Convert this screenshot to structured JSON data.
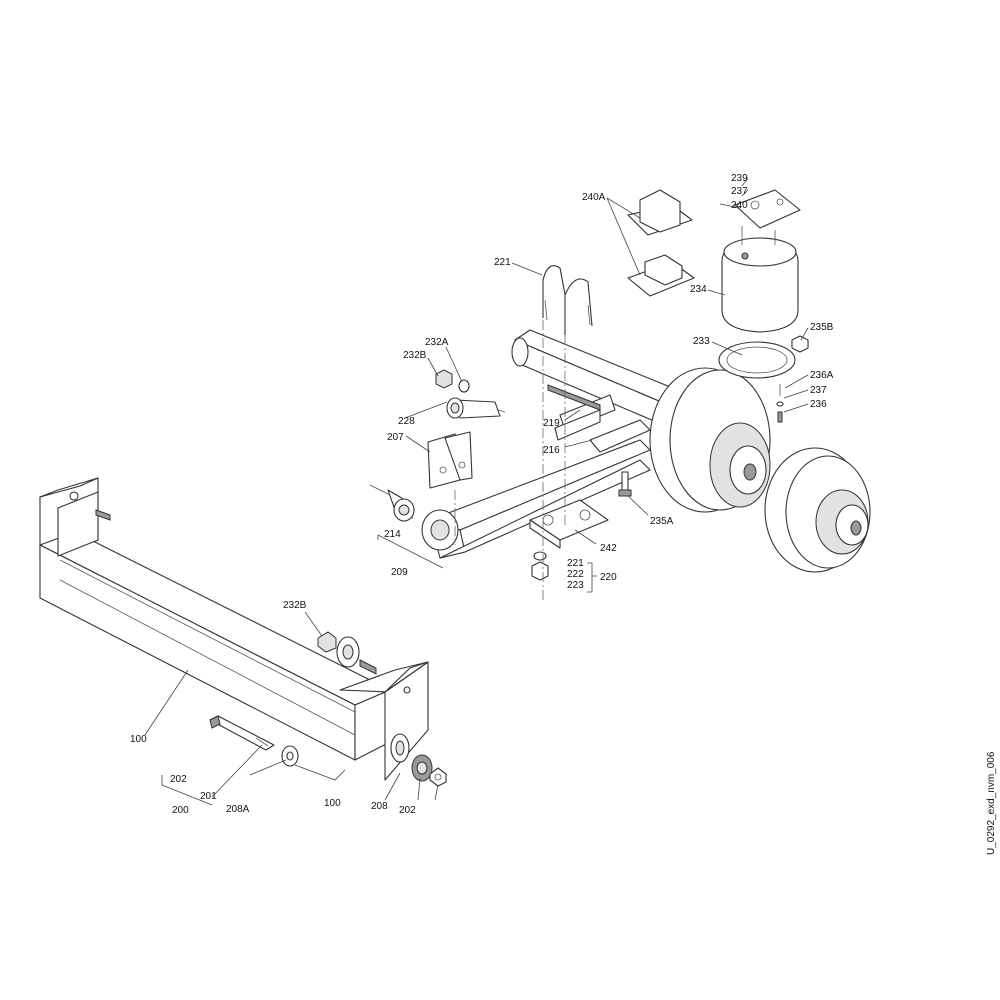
{
  "labels": {
    "l239": "239",
    "l237a": "237",
    "l240": "240",
    "l240A": "240A",
    "l221a": "221",
    "l234": "234",
    "l235B": "235B",
    "l233": "233",
    "l236A": "236A",
    "l237b": "237",
    "l236": "236",
    "l232A": "232A",
    "l232Ba": "232B",
    "l228": "228",
    "l207": "207",
    "l219": "219",
    "l216": "216",
    "l235A": "235A",
    "l214": "214",
    "l209": "209",
    "l242": "242",
    "l221b": "221",
    "l222": "222",
    "l223": "223",
    "l220": "220",
    "l232Bb": "232B",
    "l100a": "100",
    "l202a": "202",
    "l201": "201",
    "l200": "200",
    "l208A": "208A",
    "l100b": "100",
    "l208": "208",
    "l202b": "202"
  },
  "document_id": "U_0292_exd_nvm_006"
}
